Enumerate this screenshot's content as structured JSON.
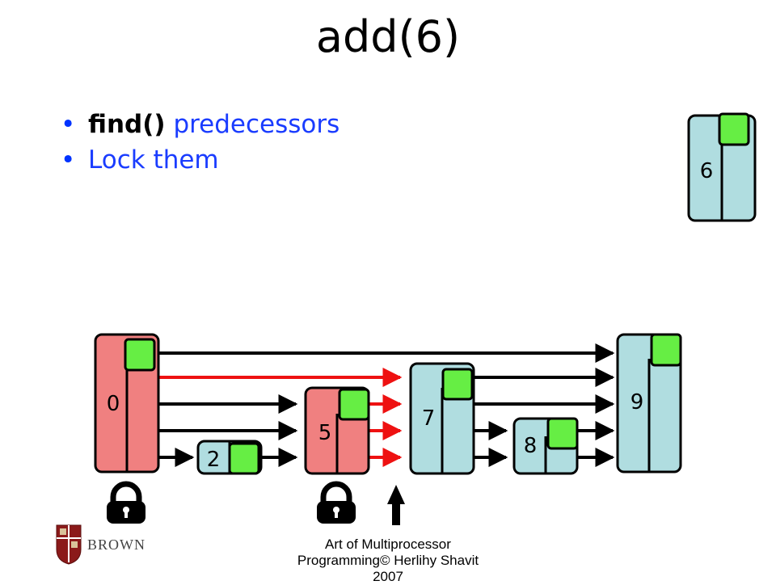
{
  "title": "add(6)",
  "bullets": [
    {
      "keyword": "find()",
      "text": "predecessors"
    },
    {
      "keyword": "",
      "text": "Lock them"
    }
  ],
  "nodes": {
    "new": {
      "label": "6"
    },
    "n0": {
      "label": "0"
    },
    "n2": {
      "label": "2"
    },
    "n5": {
      "label": "5"
    },
    "n7": {
      "label": "7"
    },
    "n8": {
      "label": "8"
    },
    "n9": {
      "label": "9"
    }
  },
  "colors": {
    "locked_node": "#f08080",
    "node": "#b0dde0",
    "mark": "#66ee44",
    "red_link": "#ee1111",
    "link": "#000000",
    "bullet": "#1a3cff"
  },
  "logo": {
    "text": "BROWN"
  },
  "footer": {
    "line1": "Art of Multiprocessor",
    "line2": "Programming© Herlihy Shavit",
    "line3": "2007"
  },
  "icons": [
    "lock-icon",
    "lock-icon",
    "up-arrow-icon"
  ]
}
